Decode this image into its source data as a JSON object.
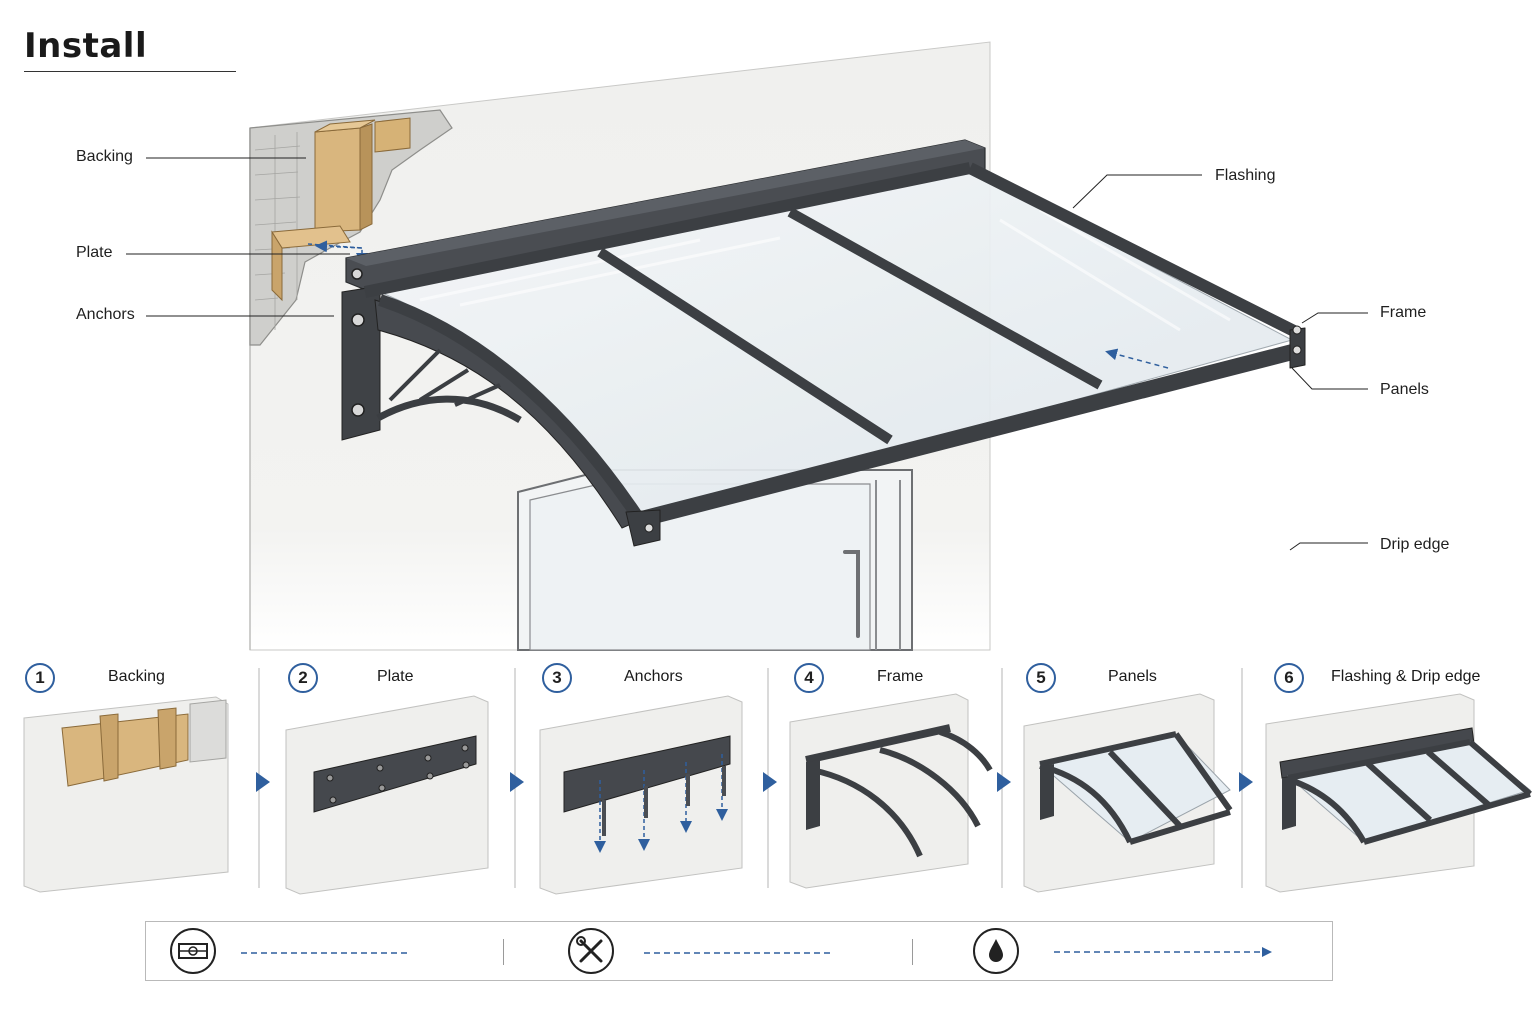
{
  "page": {
    "title": "Install"
  },
  "callouts": {
    "backing": "Backing",
    "plate": "Plate",
    "anchors": "Anchors",
    "flashing": "Flashing",
    "frame": "Frame",
    "panels": "Panels",
    "drip_edge": "Drip edge"
  },
  "steps": [
    {
      "number": "1",
      "title": "Backing"
    },
    {
      "number": "2",
      "title": "Plate"
    },
    {
      "number": "3",
      "title": "Anchors"
    },
    {
      "number": "4",
      "title": "Frame"
    },
    {
      "number": "5",
      "title": "Panels"
    },
    {
      "number": "6",
      "title": "Flashing & Drip edge"
    }
  ],
  "tools": [
    "level-icon",
    "wrench-screwdriver-icon",
    "water-drop-icon"
  ],
  "colors": {
    "accent_blue": "#2f5f9e",
    "frame_dark": "#3c3f43",
    "wall": "#eeeeec",
    "glass": "#e6edf2",
    "wood": "#d9b67e"
  }
}
